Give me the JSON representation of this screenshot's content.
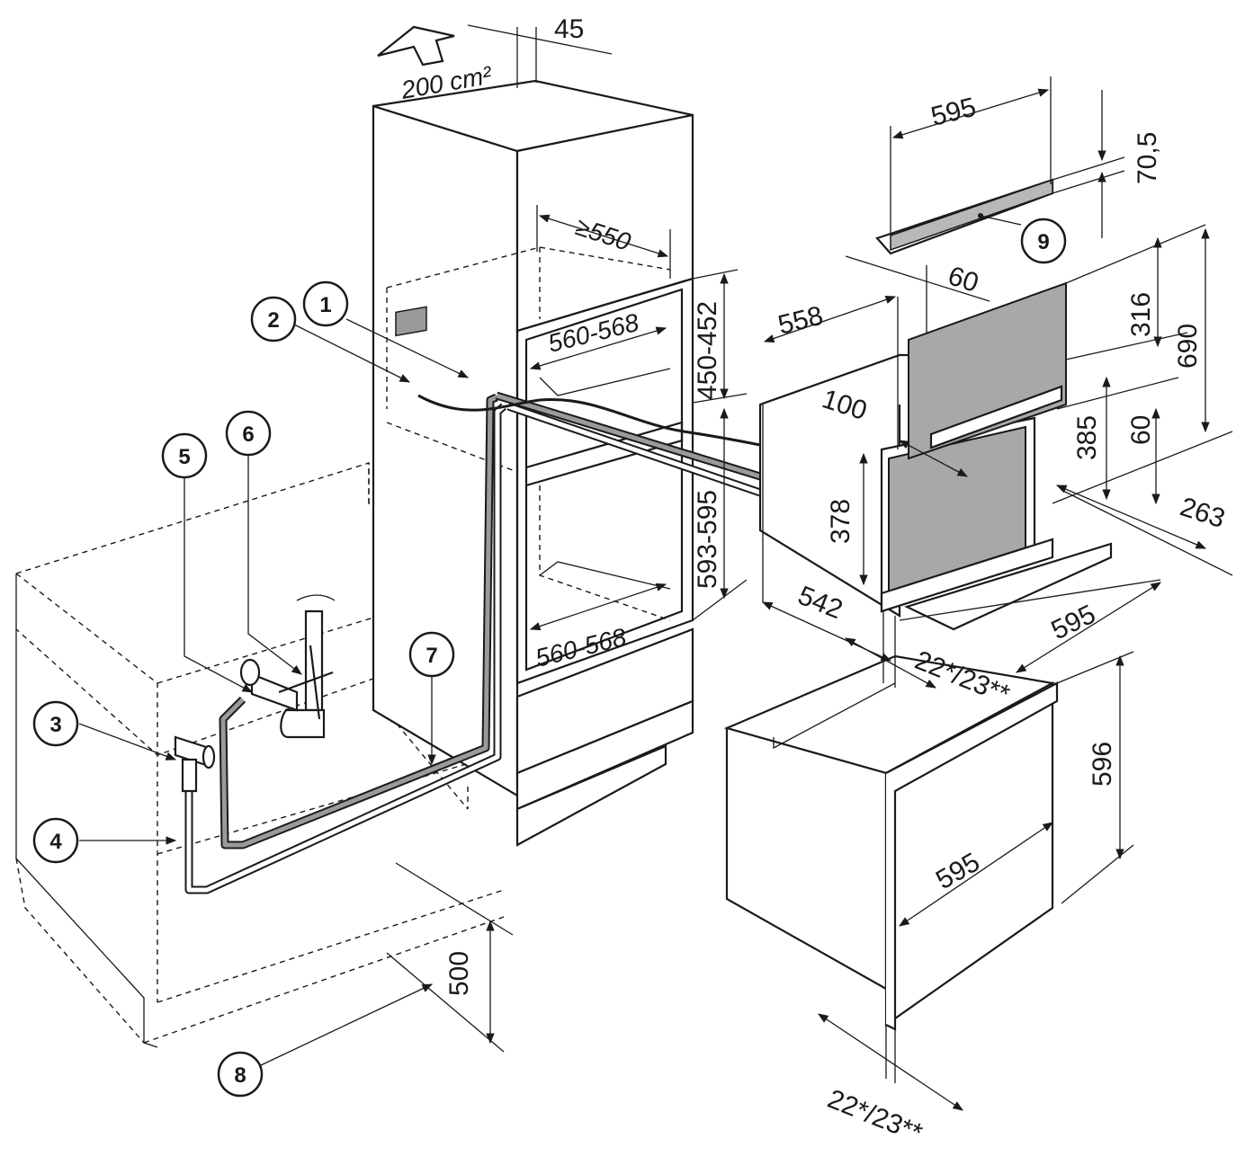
{
  "callouts": [
    "1",
    "2",
    "3",
    "4",
    "5",
    "6",
    "7",
    "8",
    "9"
  ],
  "ventilation": {
    "area_label": "200 cm²",
    "gap": "45"
  },
  "niche": {
    "depth_min": "≥550",
    "upper_width": "560-568",
    "lower_width": "560-568",
    "upper_height": "450-452",
    "lower_height": "593-595"
  },
  "steam_oven": {
    "depth": "558",
    "panel_offset": "60",
    "top_gap": "100",
    "opening_height": "378",
    "width": "542",
    "front_height": "316",
    "total_height": "690",
    "lower_height": "385",
    "handle_gap": "60",
    "door_depth": "263",
    "front_width": "595",
    "offset": "22*/23**"
  },
  "trim": {
    "width": "595",
    "height": "70,5"
  },
  "oven": {
    "height": "596",
    "width": "595",
    "offset": "22*/23**"
  },
  "base": {
    "height": "500"
  }
}
